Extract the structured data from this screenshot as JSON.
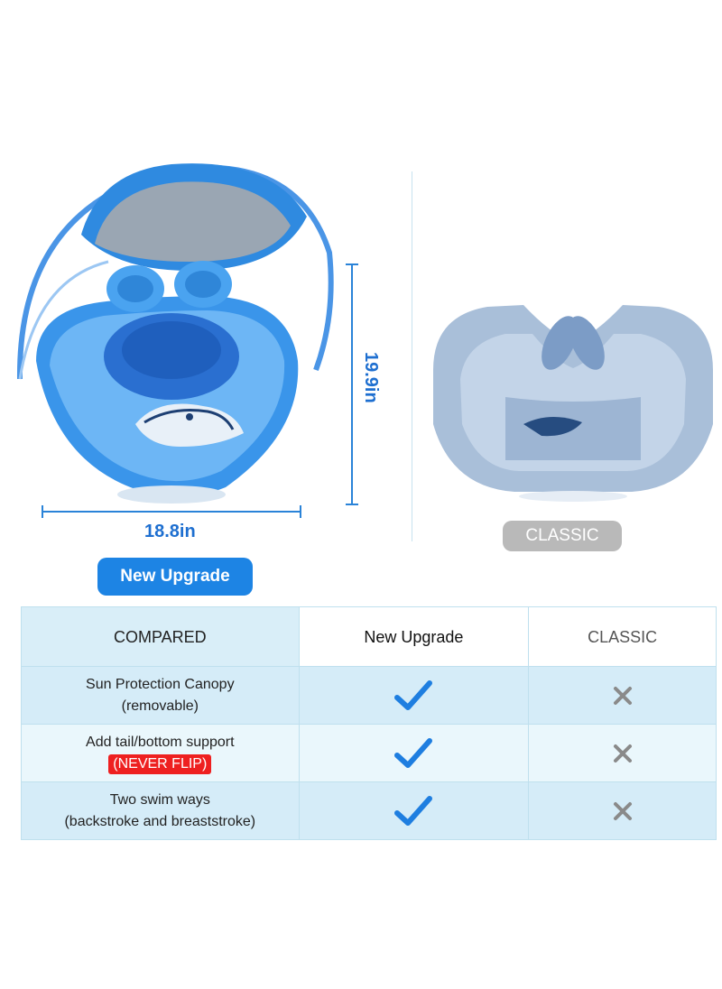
{
  "dimensions": {
    "width": "18.8in",
    "height": "19.9in"
  },
  "labels": {
    "upgrade": "New Upgrade",
    "classic": "CLASSIC"
  },
  "comparison": {
    "headers": [
      "COMPARED",
      "New Upgrade",
      "CLASSIC"
    ],
    "rows": [
      {
        "line1": "Sun Protection Canopy",
        "line2": "(removable)",
        "upgrade": "check-icon",
        "classic": "cross-icon"
      },
      {
        "line1": "Add tail/bottom support",
        "badge": "(NEVER FLIP)",
        "upgrade": "check-icon",
        "classic": "cross-icon"
      },
      {
        "line1": "Two swim ways",
        "line2": "(backstroke and breaststroke)",
        "upgrade": "check-icon",
        "classic": "cross-icon"
      }
    ]
  },
  "colors": {
    "accent": "#1d84e4",
    "check": "#1e7ee0",
    "cross": "#8a8a8a",
    "badge": "#ee2020",
    "classic_pill": "#b9b9b9"
  }
}
